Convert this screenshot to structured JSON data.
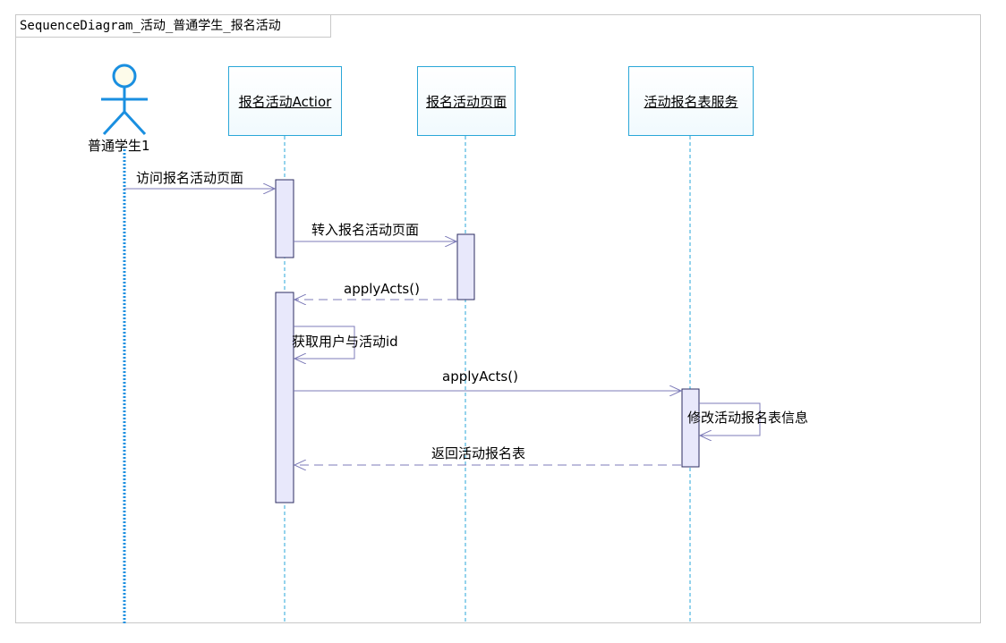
{
  "frame": {
    "title": "SequenceDiagram_活动_普通学生_报名活动"
  },
  "actor": {
    "label": "普通学生1"
  },
  "lifelines": [
    {
      "id": "action",
      "label": "报名活动Actior"
    },
    {
      "id": "page",
      "label": "报名活动页面"
    },
    {
      "id": "service",
      "label": "活动报名表服务"
    }
  ],
  "messages": [
    {
      "label": "访问报名活动页面",
      "kind": "sync"
    },
    {
      "label": "转入报名活动页面",
      "kind": "sync"
    },
    {
      "label": "applyActs()",
      "kind": "return"
    },
    {
      "label": "获取用户与活动id",
      "kind": "self"
    },
    {
      "label": "applyActs()",
      "kind": "sync"
    },
    {
      "label": "修改活动报名表信息",
      "kind": "self"
    },
    {
      "label": "返回活动报名表",
      "kind": "return"
    }
  ],
  "colors": {
    "actor": "#1a8fe0",
    "object_border": "#2aa7d8",
    "lifeline": "#2aa7d8",
    "message": "#7d7bb8",
    "activation_fill": "#e8e8fb",
    "activation_border": "#2c2c60"
  }
}
